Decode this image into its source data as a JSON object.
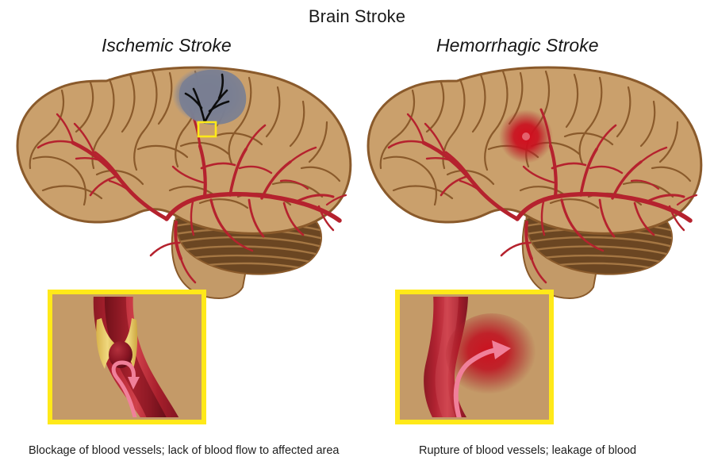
{
  "page": {
    "title": "Brain Stroke",
    "background_color": "#ffffff"
  },
  "panels": [
    {
      "id": "ischemic",
      "title": "Ischemic Stroke",
      "caption": "Blockage of blood vessels; lack of blood flow to affected area",
      "lesion_type": "infarct",
      "lesion_color": "#7a7f92",
      "marker_box_color": "#ffe919",
      "inset": {
        "label": "blocked-artery-detail",
        "border_color": "#ffe919",
        "background_color": "#c49a68",
        "vessel_color": "#9e1f2f",
        "plaque_color": "#e8c75c",
        "clot_color": "#8e1422",
        "arrow_color": "#f0809a",
        "arrow_direction": "recirculating-blocked"
      }
    },
    {
      "id": "hemorrhagic",
      "title": "Hemorrhagic Stroke",
      "caption": "Rupture of blood vessels; leakage of blood",
      "lesion_type": "hemorrhage",
      "lesion_color": "#cf1122",
      "marker_box_color": "none",
      "inset": {
        "label": "ruptured-artery-detail",
        "border_color": "#ffe919",
        "background_color": "#c49a68",
        "vessel_color": "#9e1f2f",
        "bleed_color": "#c21020",
        "arrow_color": "#f0809a",
        "arrow_direction": "leaking-outward"
      }
    }
  ],
  "anatomy": {
    "cerebrum_fill": "#caa06c",
    "cerebrum_outline": "#8a5a2b",
    "sulci_color": "#8a5a2b",
    "cerebellum_fill": "#6b4622",
    "cerebellum_stripe": "#a9семь",
    "brainstem_fill": "#c39a68",
    "artery_color": "#b5222e",
    "artery_dark": "#8d1a24",
    "infarct_vessel_color": "#0d0d0d"
  }
}
